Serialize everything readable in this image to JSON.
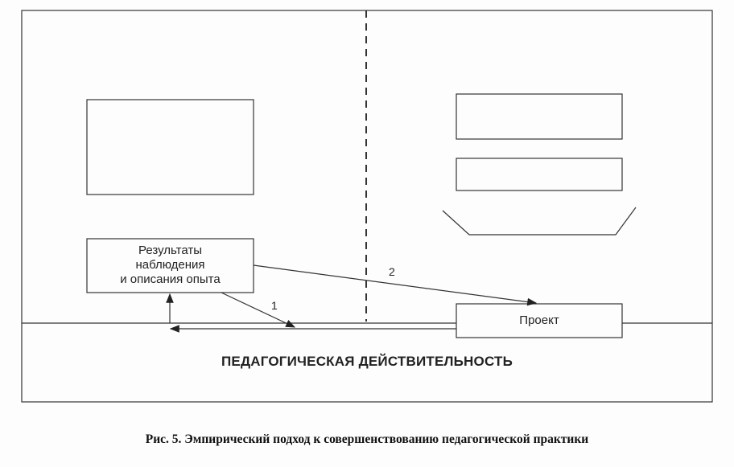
{
  "diagram": {
    "results_box": {
      "lines": [
        "Результаты",
        "наблюдения",
        "и описания опыта"
      ]
    },
    "project_box": {
      "label": "Проект"
    },
    "arrow_labels": {
      "arrow_1": "1",
      "arrow_2": "2"
    },
    "reality_label": "ПЕДАГОГИЧЕСКАЯ ДЕЙСТВИТЕЛЬНОСТЬ",
    "caption": "Рис. 5. Эмпирический подход к совершенствованию педагогической практики"
  }
}
